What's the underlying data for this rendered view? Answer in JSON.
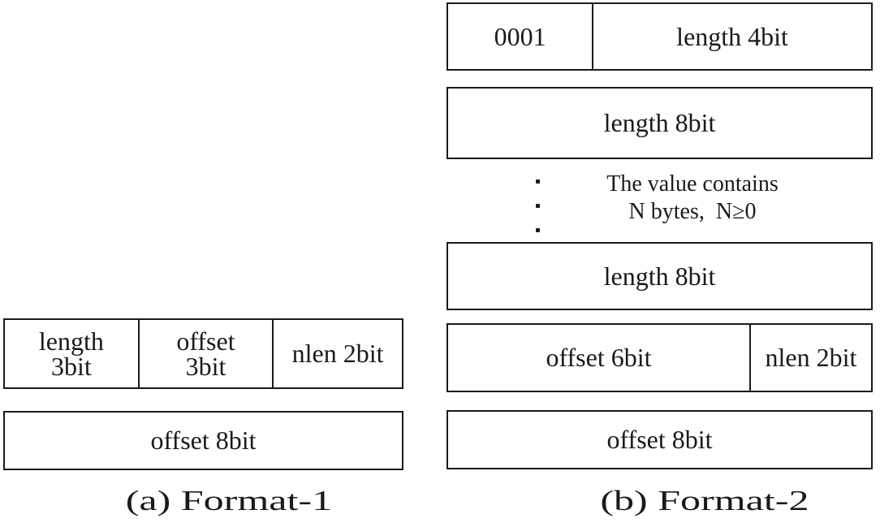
{
  "format1": {
    "caption": "(a) Format-1",
    "fields_row": [
      {
        "label": "length\n3bit"
      },
      {
        "label": "offset\n3bit"
      },
      {
        "label": "nlen 2bit"
      }
    ],
    "offset_row_label": "offset 8bit"
  },
  "format2": {
    "caption": "(b) Format-2",
    "header_row": [
      {
        "label": "0001"
      },
      {
        "label": "length 4bit"
      }
    ],
    "length_row1_label": "length 8bit",
    "value_note": "The value contains\nN bytes,  N≥0",
    "length_row2_label": "length 8bit",
    "offset_fields_row": [
      {
        "label": "offset 6bit"
      },
      {
        "label": "nlen 2bit"
      }
    ],
    "offset_row_label": "offset 8bit"
  },
  "colors": {
    "line": "#1a1a1a",
    "text": "#1a1a1a",
    "background": "#ffffff"
  }
}
